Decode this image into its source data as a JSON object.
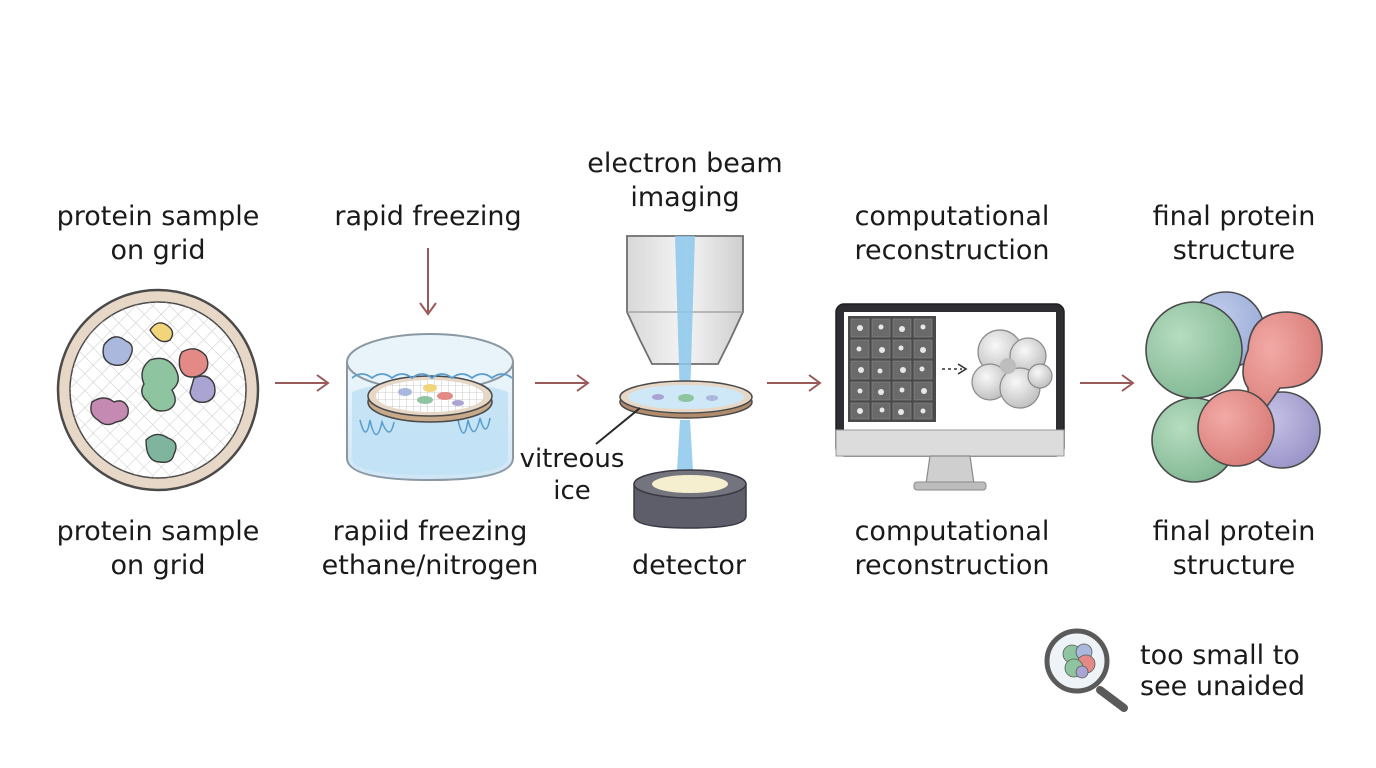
{
  "stages": [
    {
      "id": "grid",
      "top_label": [
        "protein sample",
        "on grid"
      ],
      "bottom_label": [
        "protein sample",
        "on grid"
      ]
    },
    {
      "id": "freezing",
      "top_label": [
        "rapid freezing"
      ],
      "bottom_label": [
        "rapiid freezing",
        "ethane/nitrogen"
      ]
    },
    {
      "id": "microscope",
      "top_label": [
        "electron beam",
        "imaging"
      ],
      "side_label": [
        "vitreous",
        "ice"
      ],
      "bottom_label": [
        "detector"
      ]
    },
    {
      "id": "computer",
      "top_label": [
        "computational",
        "reconstruction"
      ],
      "bottom_label": [
        "computational",
        "reconstruction"
      ]
    },
    {
      "id": "structure",
      "top_label": [
        "final protein",
        "structure"
      ],
      "bottom_label": [
        "final protein",
        "structure"
      ]
    }
  ],
  "note": {
    "icon": "magnifier-icon",
    "text": [
      "too small to",
      "see unaided"
    ]
  },
  "colors": {
    "arrow": "#9b5a5a",
    "ice": "#bfe0f4",
    "beam": "#8cc8ec",
    "green": "#8fc4a0",
    "red": "#e48a86",
    "purple": "#a9a4d2",
    "blue": "#a9b8dc",
    "yellow": "#f2d47a"
  }
}
